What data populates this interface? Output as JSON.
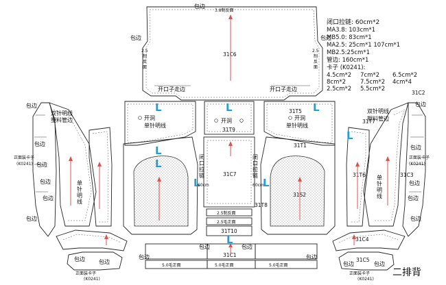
{
  "title": "二排背",
  "notes": {
    "heading": "闭口拉链: 60cm*2",
    "lines": [
      "MA3.8: 103cm*1",
      "MB5.0: 83cm*1",
      "MA2.5: 25cm*1  107cm*1",
      "MB2.5:25cm*1",
      "管边: 160cm*1",
      "卡子 (K0241):"
    ],
    "clip_rows": [
      [
        "4.5cm*2",
        "7cm*2",
        "6.5cm*2"
      ],
      [
        "8cm*2",
        "7.5cm*2",
        "4cm*4"
      ],
      [
        "2.5cm*2",
        "5.5cm*2",
        ""
      ]
    ]
  },
  "pieces": {
    "c6": {
      "code": "31C6",
      "top_label": "包边",
      "top_text": "3.8制反面",
      "left_label": "包边",
      "right_label": "包边",
      "left_vert": "2.5制反面",
      "right_vert": "2.5制反面",
      "open_left": "开口子走边",
      "open_right": "开口子走边"
    },
    "t5": {
      "code": "31T5",
      "note1": "开洞",
      "note2": "单针明线"
    },
    "t9": {
      "code": "31T9",
      "note1": "开洞"
    },
    "t1": {
      "code": "31T1",
      "note1": "开洞",
      "note2": "单针明线"
    },
    "c7": {
      "code": "31C7",
      "zip_left": "闭口拉链",
      "zip_right": "闭口拉链",
      "cm_left": "60cm",
      "cm_right": "60cm",
      "bottom1": "2.5制反面",
      "bottom2": "2.5毛正面"
    },
    "t10": {
      "code": "31T10"
    },
    "t8": {
      "code": "31T8"
    },
    "s2": {
      "code": "31S2"
    },
    "t7": {
      "code": "31T7",
      "note": "双针明线",
      "note2": "塑料管边"
    },
    "t6": {
      "code": "31T6",
      "note": "单针明线"
    },
    "c2": {
      "code": "31C2"
    },
    "c3": {
      "code": "31C3"
    },
    "c4": {
      "code": "31C4"
    },
    "c5": {
      "code": "31C5"
    },
    "c1": {
      "code": "31C1"
    },
    "left_edge": {
      "label": "包边",
      "note": "双针明线",
      "note2": "塑料管边"
    },
    "left_mid": {
      "note": "单针明线"
    },
    "clip_left": {
      "label": "正面装卡子",
      "code": "(K0241)"
    },
    "clip_right": {
      "label": "正面装卡子",
      "code": "(K0241)"
    },
    "clip_bl": {
      "label": "正面装卡子",
      "code": "(K0241)"
    },
    "clip_br": {
      "label": "正面装卡子",
      "code": "(K0241)"
    },
    "bottom_edges": [
      "5.0毛正面",
      "5.0毛正面",
      "5.0毛正面"
    ]
  },
  "labels": {
    "baobian": "包边",
    "L": "L"
  }
}
